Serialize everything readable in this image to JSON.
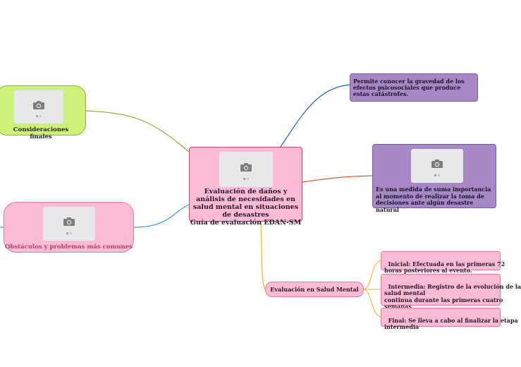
{
  "central": {
    "text": "Evaluación de daños y análisis de necesidades en salud mental en situaciones de desastres\nGuía de evaluación EDAN-SM"
  },
  "consideraciones": {
    "label": "Consideraciones finales"
  },
  "obstaculos": {
    "label": "Obstáculos y problemas más comunes"
  },
  "gravedad": {
    "text": "Permite conocer la gravedad de los efectos psicosociales que produce estas catástrofes."
  },
  "medida": {
    "text": "Es una medida de suma importancia al momento de realizar la toma de decisiones ante algún desastre natural"
  },
  "evaluacion": {
    "label": "Evaluación en Salud Mental",
    "children": [
      "Inicial: Efectuada en las primeras 72\nhoras posteriores al evento.",
      "Intermedia: Registro de la evolución de la\nsalud mental\ncontinua durante las primeras cuatro\nsemanas",
      "Final: Se lleva a cabo al finalizar la etapa\nintermedia"
    ]
  },
  "colors": {
    "pink": "#fbbbd2",
    "pink_border": "#e47aa1",
    "green": "#cdf279",
    "purple": "#a689c4",
    "link_green": "#8ab33b",
    "link_blue": "#1f5fb5",
    "link_red": "#e0552b",
    "link_cyan": "#2aa0d3",
    "link_orange": "#f2b418"
  },
  "icons": [
    "camera-icon"
  ]
}
